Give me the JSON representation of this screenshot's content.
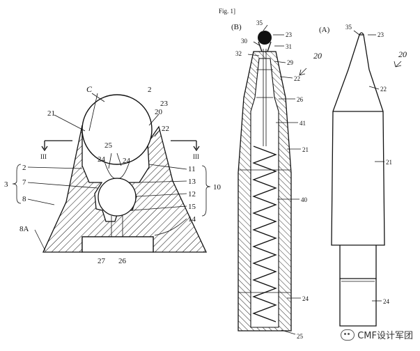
{
  "figure": {
    "label": "Fig. 1]"
  },
  "view_b": {
    "title": "(B)",
    "labels": [
      "35",
      "23",
      "30",
      "31",
      "32",
      "29",
      "20",
      "22",
      "26",
      "41",
      "21",
      "40",
      "24",
      "25"
    ]
  },
  "view_a": {
    "title": "(A)",
    "labels": [
      "35",
      "23",
      "20",
      "22",
      "21",
      "24"
    ]
  },
  "section_view": {
    "labels": [
      "C",
      "2",
      "23",
      "21",
      "20",
      "22",
      "III",
      "III",
      "25",
      "24",
      "24",
      "11",
      "2",
      "13",
      "7",
      "12",
      "10",
      "3",
      "8",
      "15",
      "14",
      "8A",
      "27",
      "26"
    ]
  },
  "watermark": {
    "text": "CMF设计军团"
  },
  "colors": {
    "ink": "#111111",
    "background": "#ffffff",
    "ball": "#111111"
  }
}
